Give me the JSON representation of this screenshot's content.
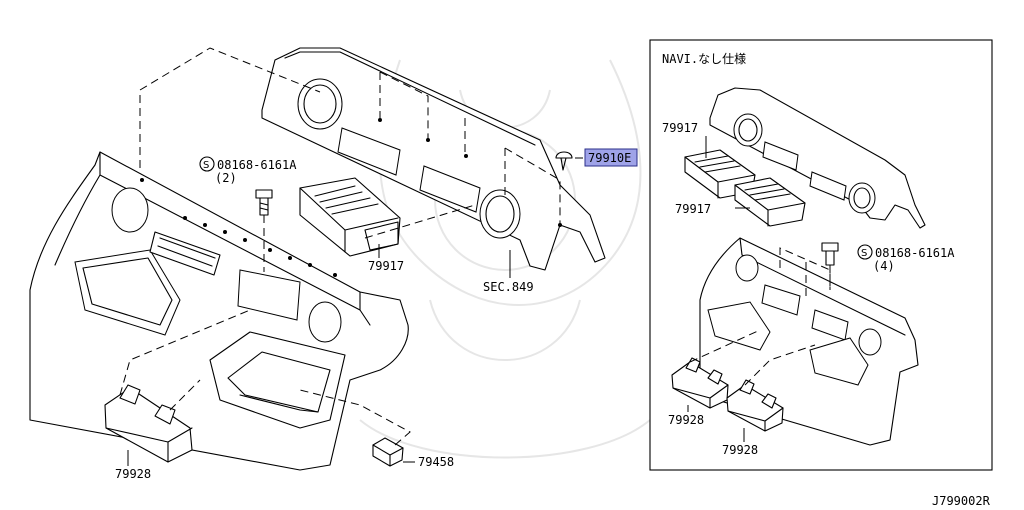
{
  "labels": {
    "bolt_main": "08168-6161A",
    "bolt_main_qty": "(2)",
    "clip": "79910E",
    "vent_main": "79917",
    "section_ref": "SEC.849",
    "bracket_main": "79928",
    "part_79458": "79458",
    "inset_title": "NAVI.なし仕様",
    "inset_vent_upper": "79917",
    "inset_vent_lower": "79917",
    "inset_bolt": "08168-6161A",
    "inset_bolt_qty": "(4)",
    "inset_bracket_left": "79928",
    "inset_bracket_right": "79928",
    "diagram_code": "J799002R",
    "bolt_symbol": "S"
  },
  "colors": {
    "highlight_fill": "#9fa3e8",
    "highlight_stroke": "#2b2f8a",
    "line": "#000000"
  }
}
